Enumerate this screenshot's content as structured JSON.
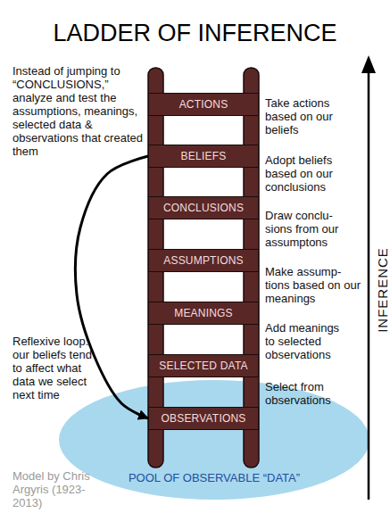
{
  "diagram": {
    "title": "LADDER OF INFERENCE",
    "nodes": [
      {
        "text": [
          "ACTIONS"
        ]
      },
      {
        "text": [
          "BELIEFS"
        ]
      },
      {
        "text": [
          "CONCLUSIONS"
        ]
      },
      {
        "text": [
          "ASSUMPTIONS"
        ]
      },
      {
        "text": [
          "MEANINGS"
        ]
      },
      {
        "text": [
          "SELECTED DATA"
        ]
      },
      {
        "text": [
          "POOL OF OBSERVABLE “DATA”"
        ]
      },
      {
        "text": [
          "OBSERVATIONS"
        ],
        "in": 6
      }
    ],
    "edges": [
      {
        "from": 1,
        "to": 7,
        "arrow": "to"
      }
    ],
    "labels": [
      "Instead of jumping to “CONCLUSIONS,” analyze and test the assumptions, meanings, selected data & observations that created them",
      "Take actions based on our beliefs",
      "Adopt beliefs based on our conclusions",
      "Draw conclu- sions from our assumptons",
      "Make assump- tions based on our meanings",
      "Add meanings to selected observations",
      "Reflexive loop: our beliefs tend to affect what data we select next time",
      "Select from observations",
      "INFERENCE",
      "Model by Chris Argyris (1923-2013)"
    ]
  }
}
